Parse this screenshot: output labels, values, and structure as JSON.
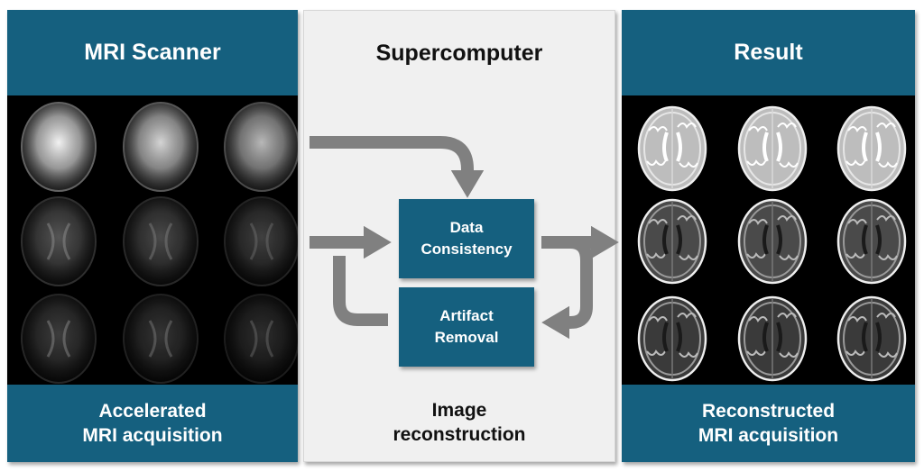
{
  "left_panel": {
    "title": "MRI Scanner",
    "caption_line1": "Accelerated",
    "caption_line2": "MRI acquisition"
  },
  "center_panel": {
    "title": "Supercomputer",
    "caption_line1": "Image",
    "caption_line2": "reconstruction",
    "box_data_consistency": {
      "line1": "Data",
      "line2": "Consistency"
    },
    "box_artifact_removal": {
      "line1": "Artifact",
      "line2": "Removal"
    }
  },
  "right_panel": {
    "title": "Result",
    "caption_line1": "Reconstructed",
    "caption_line2": "MRI acquisition"
  },
  "colors": {
    "panel_blue": "#15607f",
    "center_gray": "#f0f0f0",
    "arrow_gray": "#808080"
  },
  "scan_images": {
    "accelerated_brightness_by_row": [
      1.0,
      0.35,
      0.25
    ],
    "reconstructed_style_by_row": [
      "t2",
      "t1",
      "flair"
    ]
  }
}
